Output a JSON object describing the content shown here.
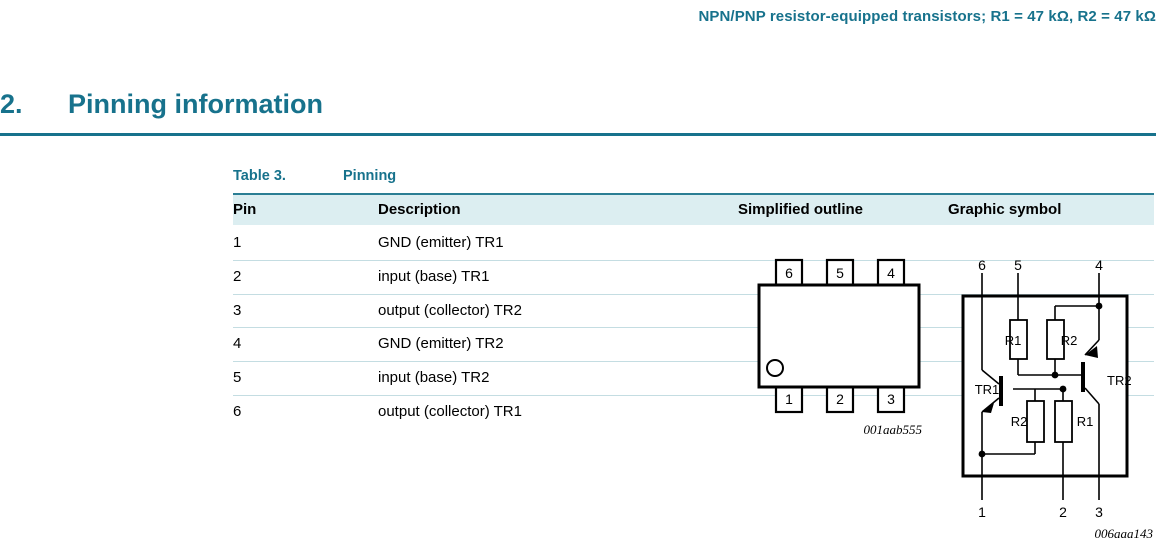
{
  "page_header": {
    "text": "NPN/PNP resistor-equipped transistors; R1 = 47 kΩ, R2 = 47 kΩ"
  },
  "section": {
    "number": "2.",
    "title": "Pinning information"
  },
  "table": {
    "caption_label": "Table 3.",
    "caption_title": "Pinning",
    "headers": {
      "pin": "Pin",
      "description": "Description",
      "simplified_outline": "Simplified outline",
      "graphic_symbol": "Graphic symbol"
    },
    "rows": [
      {
        "pin": "1",
        "description": "GND (emitter) TR1"
      },
      {
        "pin": "2",
        "description": "input (base) TR1"
      },
      {
        "pin": "3",
        "description": "output (collector) TR2"
      },
      {
        "pin": "4",
        "description": "GND (emitter) TR2"
      },
      {
        "pin": "5",
        "description": "input (base) TR2"
      },
      {
        "pin": "6",
        "description": "output (collector) TR1"
      }
    ]
  },
  "simplified_outline": {
    "caption": "001aab555",
    "top_pins": [
      "6",
      "5",
      "4"
    ],
    "bottom_pins": [
      "1",
      "2",
      "3"
    ],
    "marker": "pin1-dot"
  },
  "graphic_symbol": {
    "caption": "006aaa143",
    "top_pins": [
      "6",
      "5",
      "4"
    ],
    "bottom_pins": [
      "1",
      "2",
      "3"
    ],
    "transistors": [
      "TR1",
      "TR2"
    ],
    "resistors_top": [
      "R1",
      "R2"
    ],
    "resistors_bottom": [
      "R2",
      "R1"
    ]
  },
  "colors": {
    "accent_teal": "#17728c",
    "header_row_bg": "#dceef1",
    "rule_teal": "#2b7e94",
    "row_divider": "#c4dde2"
  }
}
